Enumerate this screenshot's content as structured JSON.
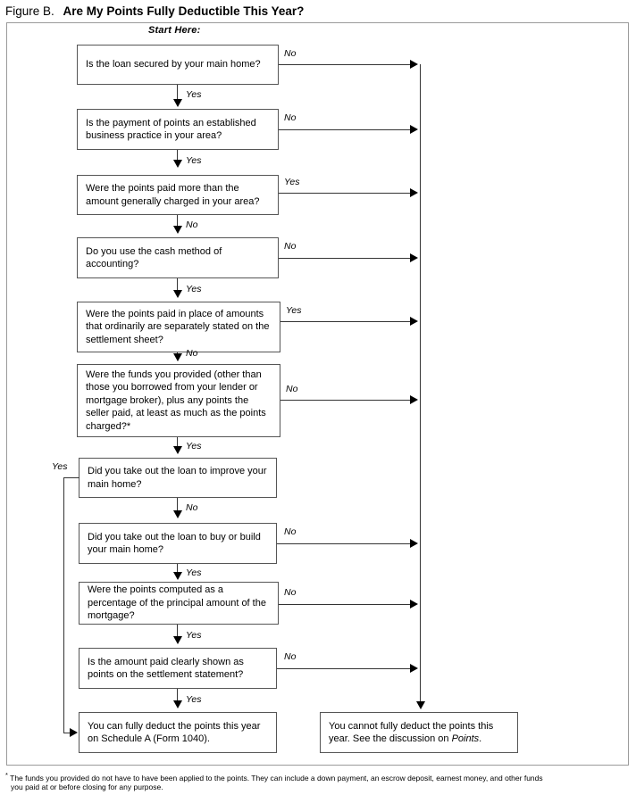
{
  "figure": {
    "label": "Figure B.",
    "title": "Are My Points Fully Deductible This Year?",
    "start_label": "Start Here:"
  },
  "nodes": [
    {
      "id": "q1",
      "text": "Is the loan secured by your main home?"
    },
    {
      "id": "q2",
      "text": "Is the payment of points an established business practice in your area?"
    },
    {
      "id": "q3",
      "text": "Were the points paid more than the amount generally charged in your area?"
    },
    {
      "id": "q4",
      "text": "Do you use the cash method of accounting?"
    },
    {
      "id": "q5",
      "text": "Were the points paid in place of amounts that ordinarily are separately stated on the settlement sheet?"
    },
    {
      "id": "q6",
      "text": "Were the funds you provided (other than those you borrowed from your lender or mortgage broker), plus any points the seller paid, at least as much as the points charged?*"
    },
    {
      "id": "q7",
      "text": "Did you take out the loan to improve your main home?"
    },
    {
      "id": "q8",
      "text": "Did you take out the loan to buy or build your main home?"
    },
    {
      "id": "q9",
      "text": "Were the points computed as a percentage of the principal amount of the mortgage?"
    },
    {
      "id": "q10",
      "text": "Is the amount paid clearly shown as points on the settlement statement?"
    },
    {
      "id": "deductible",
      "text": "You can fully deduct the points this year on Schedule A (Form 1040)."
    },
    {
      "id": "not_deductible",
      "text": "You cannot fully deduct the points this year. See the discussion on "
    }
  ],
  "not_deductible_italic_tail": "Points",
  "not_deductible_period": ".",
  "edges": {
    "q1_no": "No",
    "q1_yes": "Yes",
    "q2_no": "No",
    "q2_yes": "Yes",
    "q3_yes": "Yes",
    "q3_no": "No",
    "q4_no": "No",
    "q4_yes": "Yes",
    "q5_yes": "Yes",
    "q5_no": "No",
    "q6_no": "No",
    "q6_yes": "Yes",
    "q7_yes": "Yes",
    "q7_no": "No",
    "q8_no": "No",
    "q8_yes": "Yes",
    "q9_no": "No",
    "q9_yes": "Yes",
    "q10_no": "No",
    "q10_yes": "Yes"
  },
  "footnote": {
    "star": "*",
    "line1": " The funds you provided do not have to have been applied to the points. They can include a down payment, an escrow deposit, earnest money, and other funds",
    "line2": "you paid at or before closing for any purpose."
  },
  "colors": {
    "frame_border": "#9a9a9a",
    "node_border": "#555555",
    "connector": "#333333",
    "arrow": "#000000",
    "text": "#000000",
    "background": "#ffffff"
  }
}
